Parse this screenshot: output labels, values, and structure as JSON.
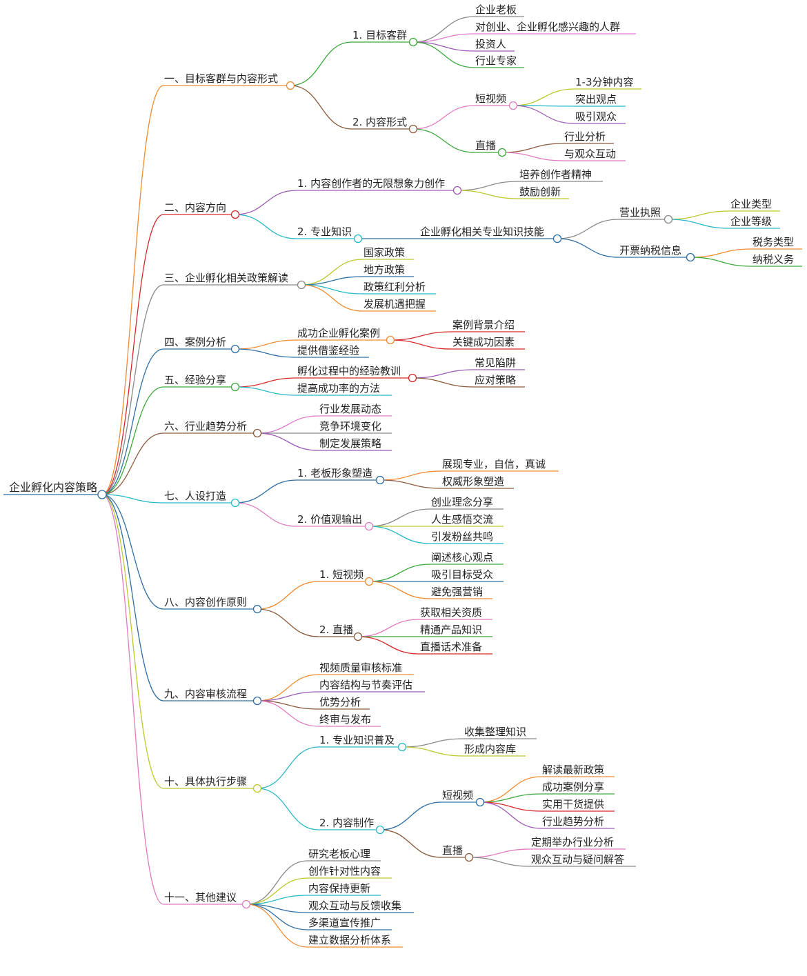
{
  "mindmap": {
    "label": "企业孵化内容策略",
    "color": "#2e6da4",
    "children": [
      {
        "label": "一、目标客群与内容形式",
        "color": "#f28a2e",
        "children": [
          {
            "label": "1. 目标客群",
            "color": "#3aa83a",
            "children": [
              {
                "label": "企业老板",
                "color": "#888888"
              },
              {
                "label": "对创业、企业孵化感兴趣的人群",
                "color": "#e07ad0"
              },
              {
                "label": "投资人",
                "color": "#9b59b6"
              },
              {
                "label": "行业专家",
                "color": "#3aa83a"
              }
            ]
          },
          {
            "label": "2. 内容形式",
            "color": "#8b5a3c",
            "children": [
              {
                "label": "短视频",
                "color": "#e07ac0",
                "children": [
                  {
                    "label": "1-3分钟内容",
                    "color": "#bcc72a"
                  },
                  {
                    "label": "突出观点",
                    "color": "#26b8c8"
                  },
                  {
                    "label": "吸引观众",
                    "color": "#9b59b6"
                  }
                ]
              },
              {
                "label": "直播",
                "color": "#3aa83a",
                "children": [
                  {
                    "label": "行业分析",
                    "color": "#8b5a3c"
                  },
                  {
                    "label": "与观众互动",
                    "color": "#e07ac0"
                  }
                ]
              }
            ]
          }
        ]
      },
      {
        "label": "二、内容方向",
        "color": "#d62728",
        "children": [
          {
            "label": "1. 内容创作者的无限想象力创作",
            "color": "#9b59b6",
            "children": [
              {
                "label": "培养创作者精神",
                "color": "#888888"
              },
              {
                "label": "鼓励创新",
                "color": "#bcc72a"
              }
            ]
          },
          {
            "label": "2. 专业知识",
            "color": "#26b8c8",
            "children": [
              {
                "label": "企业孵化相关专业知识技能",
                "color": "#2e6da4",
                "children": [
                  {
                    "label": "营业执照",
                    "color": "#888888",
                    "children": [
                      {
                        "label": "企业类型",
                        "color": "#bcc72a"
                      },
                      {
                        "label": "企业等级",
                        "color": "#26b8c8"
                      }
                    ]
                  },
                  {
                    "label": "开票纳税信息",
                    "color": "#2e6da4",
                    "children": [
                      {
                        "label": "税务类型",
                        "color": "#f28a2e"
                      },
                      {
                        "label": "纳税义务",
                        "color": "#3aa83a"
                      }
                    ]
                  }
                ]
              }
            ]
          }
        ]
      },
      {
        "label": "三、企业孵化相关政策解读",
        "color": "#888888",
        "children": [
          {
            "label": "国家政策",
            "color": "#bcc72a"
          },
          {
            "label": "地方政策",
            "color": "#2e6da4"
          },
          {
            "label": "政策红利分析",
            "color": "#26b8c8"
          },
          {
            "label": "发展机遇把握",
            "color": "#f28a2e"
          }
        ]
      },
      {
        "label": "四、案例分析",
        "color": "#2e6da4",
        "children": [
          {
            "label": "成功企业孵化案例",
            "color": "#f28a2e",
            "children": [
              {
                "label": "案例背景介绍",
                "color": "#d62728"
              },
              {
                "label": "关键成功因素",
                "color": "#d62728"
              }
            ]
          },
          {
            "label": "提供借鉴经验",
            "color": "#2e6da4"
          }
        ]
      },
      {
        "label": "五、经验分享",
        "color": "#3aa83a",
        "children": [
          {
            "label": "孵化过程中的经验教训",
            "color": "#d62728",
            "children": [
              {
                "label": "常见陷阱",
                "color": "#9b59b6"
              },
              {
                "label": "应对策略",
                "color": "#8b5a3c"
              }
            ]
          },
          {
            "label": "提高成功率的方法",
            "color": "#26b8c8"
          }
        ]
      },
      {
        "label": "六、行业趋势分析",
        "color": "#8b5a3c",
        "children": [
          {
            "label": "行业发展动态",
            "color": "#e07ad0"
          },
          {
            "label": "竞争环境变化",
            "color": "#888888"
          },
          {
            "label": "制定发展策略",
            "color": "#9b59b6"
          }
        ]
      },
      {
        "label": "七、人设打造",
        "color": "#26b8c8",
        "children": [
          {
            "label": "1. 老板形象塑造",
            "color": "#2e6da4",
            "children": [
              {
                "label": "展现专业，自信，真诚",
                "color": "#f28a2e"
              },
              {
                "label": "权威形象塑造",
                "color": "#8b5a3c"
              }
            ]
          },
          {
            "label": "2. 价值观输出",
            "color": "#e07ac0",
            "children": [
              {
                "label": "创业理念分享",
                "color": "#888888"
              },
              {
                "label": "人生感悟交流",
                "color": "#bcc72a"
              },
              {
                "label": "引发粉丝共鸣",
                "color": "#26b8c8"
              }
            ]
          }
        ]
      },
      {
        "label": "八、内容创作原则",
        "color": "#2e6da4",
        "children": [
          {
            "label": "1. 短视频",
            "color": "#f28a2e",
            "children": [
              {
                "label": "阐述核心观点",
                "color": "#3aa83a"
              },
              {
                "label": "吸引目标受众",
                "color": "#2e6da4"
              },
              {
                "label": "避免强营销",
                "color": "#f28a2e"
              }
            ]
          },
          {
            "label": "2. 直播",
            "color": "#8b5a3c",
            "children": [
              {
                "label": "获取相关资质",
                "color": "#e07ac0"
              },
              {
                "label": "精通产品知识",
                "color": "#3aa83a"
              },
              {
                "label": "直播话术准备",
                "color": "#d62728"
              }
            ]
          }
        ]
      },
      {
        "label": "九、内容审核流程",
        "color": "#2e6da4",
        "children": [
          {
            "label": "视频质量审核标准",
            "color": "#f28a2e"
          },
          {
            "label": "内容结构与节奏评估",
            "color": "#9b59b6"
          },
          {
            "label": "优势分析",
            "color": "#8b5a3c"
          },
          {
            "label": "终审与发布",
            "color": "#e07ac0"
          }
        ]
      },
      {
        "label": "十、具体执行步骤",
        "color": "#bcc72a",
        "children": [
          {
            "label": "1. 专业知识普及",
            "color": "#26b8c8",
            "children": [
              {
                "label": "收集整理知识",
                "color": "#888888"
              },
              {
                "label": "形成内容库",
                "color": "#bcc72a"
              }
            ]
          },
          {
            "label": "2. 内容制作",
            "color": "#26b8c8",
            "children": [
              {
                "label": "短视频",
                "color": "#2e6da4",
                "children": [
                  {
                    "label": "解读最新政策",
                    "color": "#f28a2e"
                  },
                  {
                    "label": "成功案例分享",
                    "color": "#3aa83a"
                  },
                  {
                    "label": "实用干货提供",
                    "color": "#d62728"
                  },
                  {
                    "label": "行业趋势分析",
                    "color": "#9b59b6"
                  }
                ]
              },
              {
                "label": "直播",
                "color": "#8b5a3c",
                "children": [
                  {
                    "label": "定期举办行业分析",
                    "color": "#e07ac0"
                  },
                  {
                    "label": "观众互动与疑问解答",
                    "color": "#888888"
                  }
                ]
              }
            ]
          }
        ]
      },
      {
        "label": "十一、其他建议",
        "color": "#e07ac0",
        "children": [
          {
            "label": "研究老板心理",
            "color": "#888888"
          },
          {
            "label": "创作针对性内容",
            "color": "#bcc72a"
          },
          {
            "label": "内容保持更新",
            "color": "#26b8c8"
          },
          {
            "label": "观众互动与反馈收集",
            "color": "#2e6da4"
          },
          {
            "label": "多渠道宣传推广",
            "color": "#2e6da4"
          },
          {
            "label": "建立数据分析体系",
            "color": "#f28a2e"
          }
        ]
      }
    ]
  }
}
